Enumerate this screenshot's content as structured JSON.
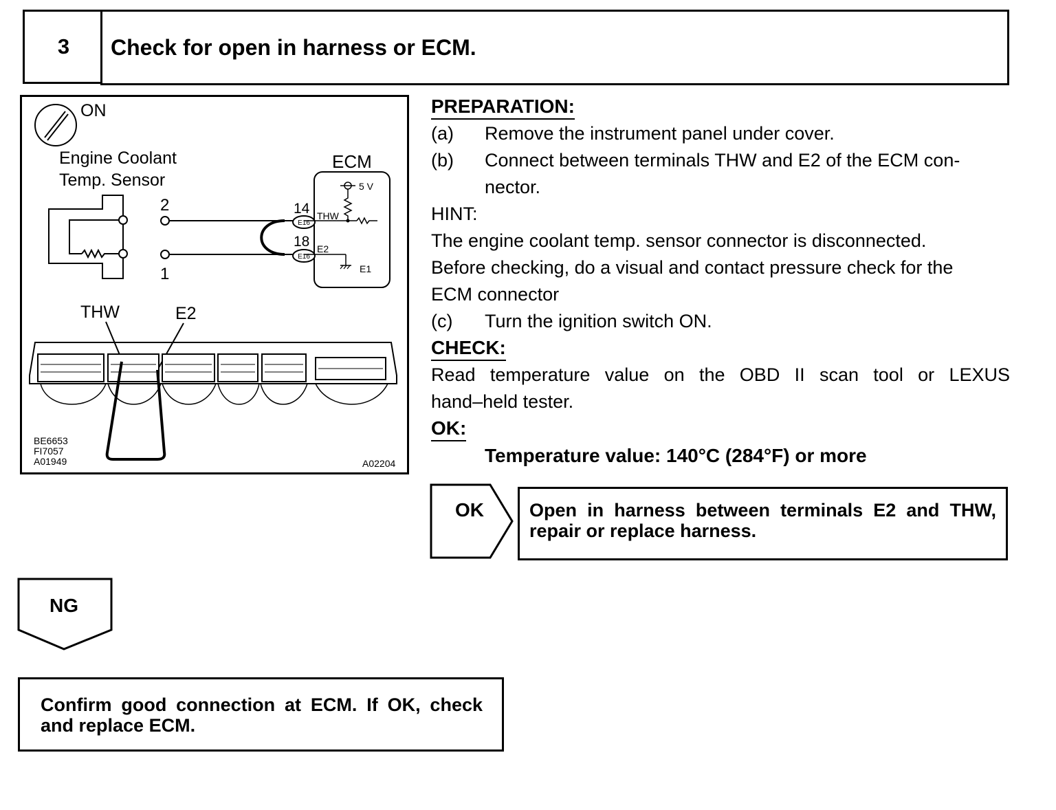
{
  "step": {
    "number": "3",
    "title": "Check for open in harness or ECM."
  },
  "diagram": {
    "ignition": "ON",
    "sensor_label_1": "Engine Coolant",
    "sensor_label_2": "Temp. Sensor",
    "ecm_label": "ECM",
    "pin_2": "2",
    "pin_1": "1",
    "terminal_14": "14",
    "terminal_18": "18",
    "connector_e16_a": "E16",
    "connector_e16_b": "E16",
    "thw_small": "THW",
    "e2_small": "E2",
    "voltage": "5 V",
    "ground": "E1",
    "thw_label": "THW",
    "e2_label": "E2",
    "code_1": "BE6653",
    "code_2": "FI7057",
    "code_3": "A01949",
    "code_4": "A02204"
  },
  "preparation": {
    "heading": "PREPARATION:",
    "a_label": "(a)",
    "a_text": "Remove the instrument panel under cover.",
    "b_label": "(b)",
    "b_text_1": "Connect between terminals THW and E2 of the ECM con-",
    "b_text_2": "nector."
  },
  "hint": {
    "heading": "HINT:",
    "line_1": "The engine coolant temp. sensor connector is disconnected.",
    "line_2": "Before checking, do a visual and contact pressure check for the",
    "line_3": "ECM connector",
    "c_label": "(c)",
    "c_text": "Turn the ignition switch ON."
  },
  "check": {
    "heading": "CHECK:",
    "line_1": "Read temperature value on the OBD II scan tool or LEXUS",
    "line_2": "hand–held tester."
  },
  "ok": {
    "heading": "OK:",
    "spec": "Temperature value: 140°C (284°F) or more",
    "tag": "OK",
    "result": "Open in harness between terminals E2 and THW, repair or replace harness."
  },
  "ng": {
    "tag": "NG",
    "result": "Confirm good connection at ECM. If OK, check and replace ECM."
  }
}
